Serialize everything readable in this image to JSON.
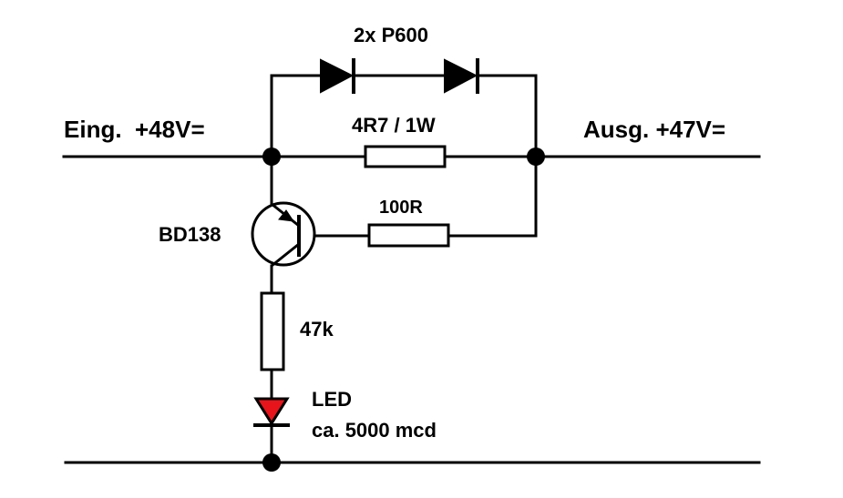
{
  "labels": {
    "diodes": "2x P600",
    "input": "Eing.  +48V=",
    "output": "Ausg. +47V=",
    "shunt_resistor": "4R7 / 1W",
    "base_resistor": "100R",
    "transistor": "BD138",
    "led_resistor": "47k",
    "led_name": "LED",
    "led_spec": "ca. 5000 mcd"
  },
  "colors": {
    "wire": "#000000",
    "led_fill": "#e8141b",
    "background": "#ffffff"
  }
}
